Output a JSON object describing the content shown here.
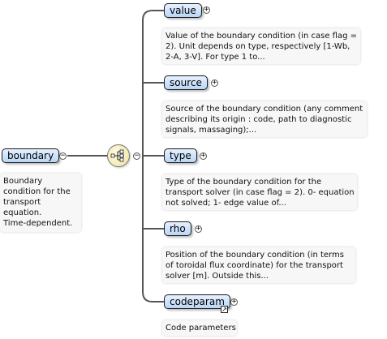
{
  "root": {
    "name": "boundary",
    "doc": [
      "Boundary",
      "condition for the",
      "transport",
      "equation.",
      "Time-dependent."
    ]
  },
  "children": [
    {
      "name": "value",
      "doc": [
        "Value of the boundary condition (in case flag =",
        "2). Unit depends on type, respectively [1-Wb,",
        "2-A, 3-V]. For type 1 to..."
      ]
    },
    {
      "name": "source",
      "doc": [
        "Source of the boundary condition (any comment",
        "describing its origin : code, path to diagnostic",
        "signals, massaging);..."
      ]
    },
    {
      "name": "type",
      "doc": [
        "Type of the boundary condition for the",
        "transport solver (in case flag = 2). 0- equation",
        "not solved; 1- edge value of..."
      ]
    },
    {
      "name": "rho",
      "doc": [
        "Position of the boundary condition (in terms",
        "of toroidal flux coordinate) for the transport",
        "solver [m]. Outside this..."
      ]
    },
    {
      "name": "codeparam",
      "doc": [
        "Code parameters"
      ]
    }
  ],
  "symbols": {
    "expand": "+",
    "collapse": "−",
    "external_link": "↗"
  },
  "colors": {
    "node_top": "#e6f1ff",
    "node_bottom": "#b9d6f6",
    "doc_bg": "#f7f7f7",
    "line": "#555555"
  }
}
